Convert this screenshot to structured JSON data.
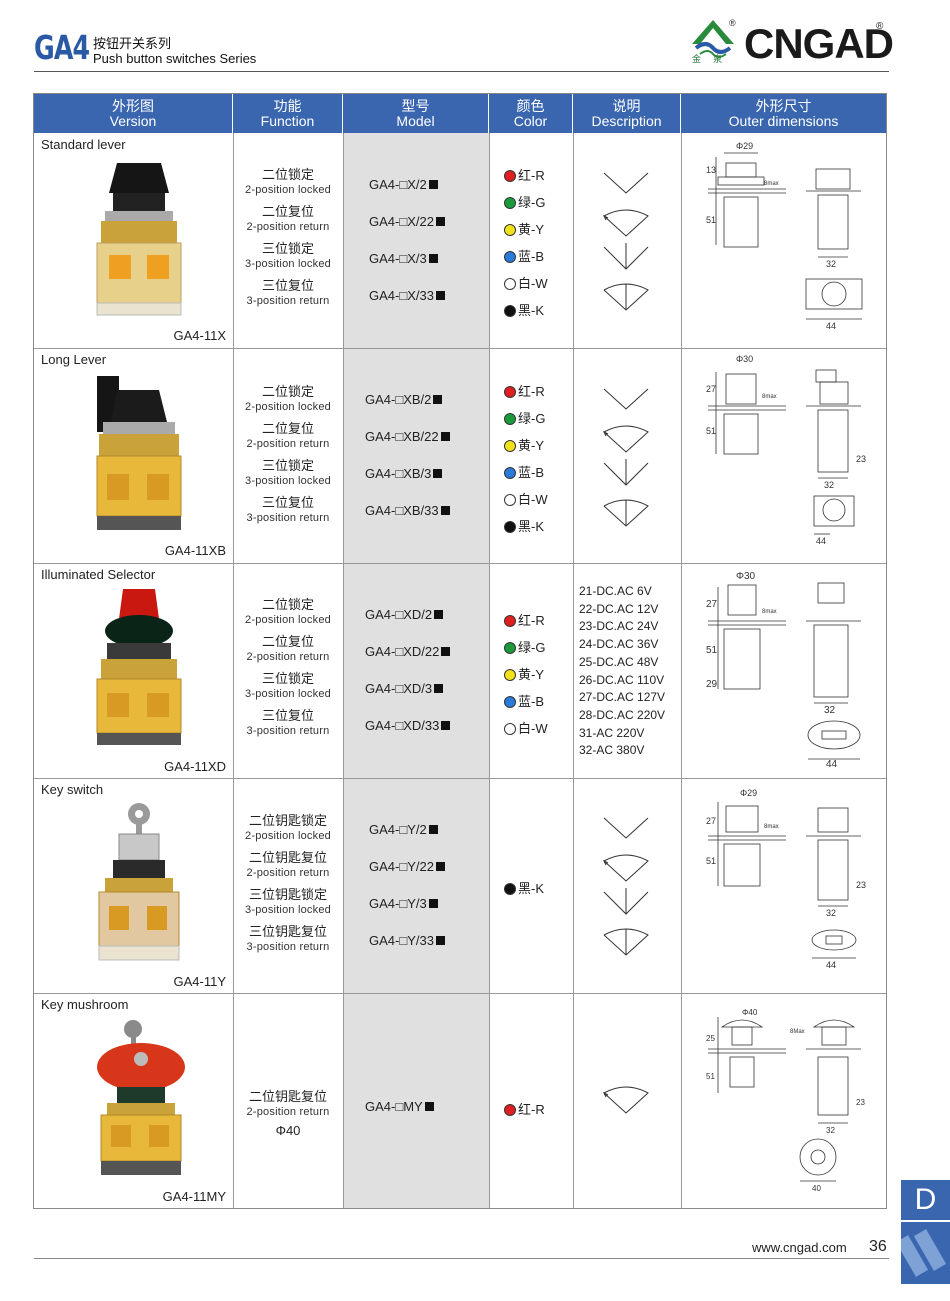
{
  "header": {
    "series_code": "GA4",
    "series_cn": "按钮开关系列",
    "series_en": "Push button switches Series",
    "brand": "CNGAD",
    "brand_cn": "金泉",
    "reg_mark": "®"
  },
  "table": {
    "columns": [
      {
        "cn": "外形图",
        "en": "Version"
      },
      {
        "cn": "功能",
        "en": "Function"
      },
      {
        "cn": "型号",
        "en": "Model"
      },
      {
        "cn": "颜色",
        "en": "Color"
      },
      {
        "cn": "说明",
        "en": "Description"
      },
      {
        "cn": "外形尺寸",
        "en": "Outer dimensions"
      }
    ],
    "rows": [
      {
        "title": "Standard lever",
        "caption": "GA4-11X",
        "functions": [
          {
            "cn": "二位锁定",
            "en": "2-position locked"
          },
          {
            "cn": "二位复位",
            "en": "2-position return"
          },
          {
            "cn": "三位锁定",
            "en": "3-position locked"
          },
          {
            "cn": "三位复位",
            "en": "3-position return"
          }
        ],
        "models": [
          "GA4-□X/2",
          "GA4-□X/22",
          "GA4-□X/3",
          "GA4-□X/33"
        ],
        "colors": [
          {
            "label": "红-R",
            "hex": "#e02020"
          },
          {
            "label": "绿-G",
            "hex": "#1a9a3a"
          },
          {
            "label": "黄-Y",
            "hex": "#f2e21a"
          },
          {
            "label": "蓝-B",
            "hex": "#2a7ad8"
          },
          {
            "label": "白-W",
            "hex": "#ffffff"
          },
          {
            "label": "黑-K",
            "hex": "#111111"
          }
        ],
        "dims": {
          "d": "Φ29",
          "a": "13",
          "b": "51",
          "w": "32",
          "base": "44",
          "m": "8max"
        }
      },
      {
        "title": "Long Lever",
        "caption": "GA4-11XB",
        "functions": [
          {
            "cn": "二位锁定",
            "en": "2-position locked"
          },
          {
            "cn": "二位复位",
            "en": "2-position return"
          },
          {
            "cn": "三位锁定",
            "en": "3-position locked"
          },
          {
            "cn": "三位复位",
            "en": "3-position return"
          }
        ],
        "models": [
          "GA4-□XB/2",
          "GA4-□XB/22",
          "GA4-□XB/3",
          "GA4-□XB/33"
        ],
        "colors": [
          {
            "label": "红-R",
            "hex": "#e02020"
          },
          {
            "label": "绿-G",
            "hex": "#1a9a3a"
          },
          {
            "label": "黄-Y",
            "hex": "#f2e21a"
          },
          {
            "label": "蓝-B",
            "hex": "#2a7ad8"
          },
          {
            "label": "白-W",
            "hex": "#ffffff"
          },
          {
            "label": "黑-K",
            "hex": "#111111"
          }
        ],
        "dims": {
          "d": "Φ30",
          "a": "27",
          "b": "51",
          "w": "32",
          "h": "23",
          "base": "44",
          "m": "8max"
        }
      },
      {
        "title": "Illuminated Selector",
        "caption": "GA4-11XD",
        "functions": [
          {
            "cn": "二位锁定",
            "en": "2-position locked"
          },
          {
            "cn": "二位复位",
            "en": "2-position return"
          },
          {
            "cn": "三位锁定",
            "en": "3-position locked"
          },
          {
            "cn": "三位复位",
            "en": "3-position return"
          }
        ],
        "models": [
          "GA4-□XD/2",
          "GA4-□XD/22",
          "GA4-□XD/3",
          "GA4-□XD/33"
        ],
        "colors": [
          {
            "label": "红-R",
            "hex": "#e02020"
          },
          {
            "label": "绿-G",
            "hex": "#1a9a3a"
          },
          {
            "label": "黄-Y",
            "hex": "#f2e21a"
          },
          {
            "label": "蓝-B",
            "hex": "#2a7ad8"
          },
          {
            "label": "白-W",
            "hex": "#ffffff"
          }
        ],
        "voltages": [
          "21-DC.AC 6V",
          "22-DC.AC 12V",
          "23-DC.AC 24V",
          "24-DC.AC 36V",
          "25-DC.AC 48V",
          "26-DC.AC 110V",
          "27-DC.AC 127V",
          "28-DC.AC 220V",
          "31-AC 220V",
          "32-AC 380V"
        ],
        "dims": {
          "d": "Φ30",
          "a": "27",
          "b": "51",
          "c": "29",
          "w": "32",
          "base": "44",
          "m": "8max"
        }
      },
      {
        "title": "Key switch",
        "caption": "GA4-11Y",
        "functions": [
          {
            "cn": "二位钥匙锁定",
            "en": "2-position locked"
          },
          {
            "cn": "二位钥匙复位",
            "en": "2-position return"
          },
          {
            "cn": "三位钥匙锁定",
            "en": "3-position locked"
          },
          {
            "cn": "三位钥匙复位",
            "en": "3-position return"
          }
        ],
        "models": [
          "GA4-□Y/2",
          "GA4-□Y/22",
          "GA4-□Y/3",
          "GA4-□Y/33"
        ],
        "colors": [
          {
            "label": "黑-K",
            "hex": "#111111"
          }
        ],
        "dims": {
          "d": "Φ29",
          "a": "27",
          "b": "51",
          "w": "32",
          "h": "23",
          "base": "44",
          "m": "8max"
        }
      },
      {
        "title": "Key mushroom",
        "caption": "GA4-11MY",
        "functions": [
          {
            "cn": "二位钥匙复位",
            "en": "2-position return",
            "extra": "Φ40"
          }
        ],
        "models": [
          "GA4-□MY"
        ],
        "colors": [
          {
            "label": "红-R",
            "hex": "#e02020"
          }
        ],
        "dims": {
          "d": "Φ40",
          "a": "25",
          "b": "51",
          "w": "32",
          "h": "23",
          "base": "40",
          "m": "8Max"
        }
      }
    ]
  },
  "side_tab": "D",
  "footer": {
    "website": "www.cngad.com",
    "page": "36"
  }
}
